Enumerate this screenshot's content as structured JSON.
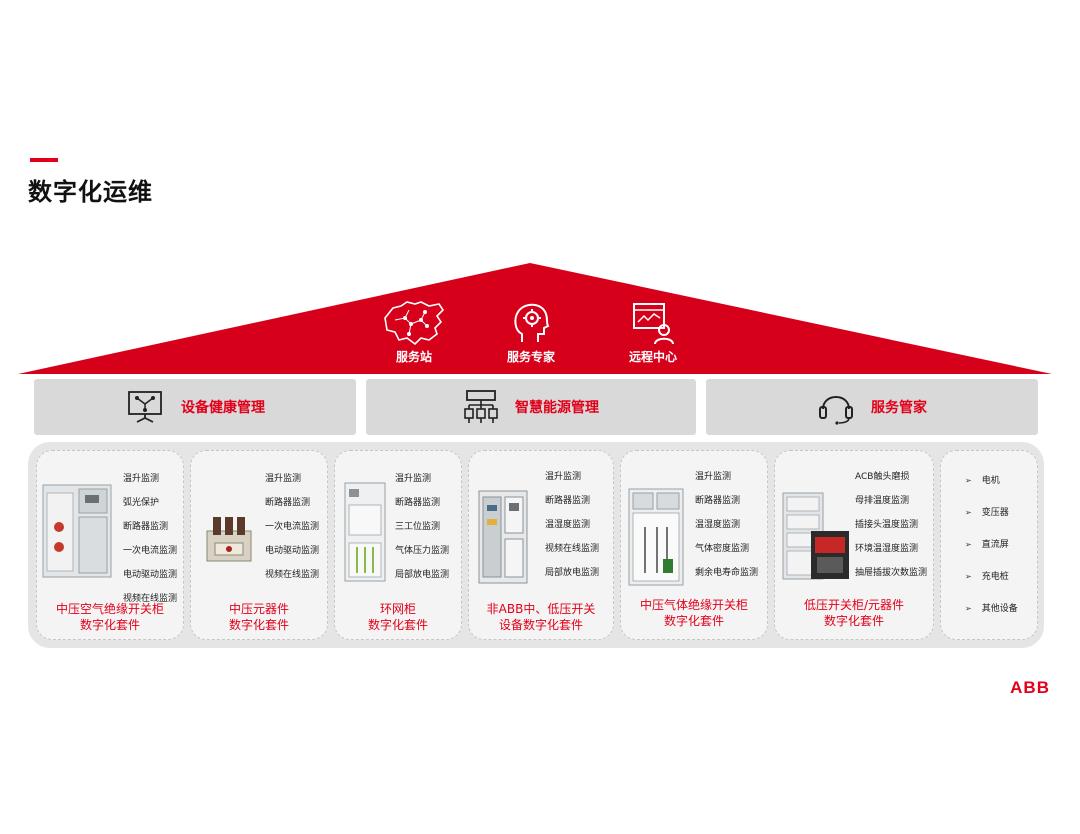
{
  "page": {
    "title": "数字化运维"
  },
  "roof": {
    "items": [
      {
        "label": "服务站",
        "icon": "china-map-icon"
      },
      {
        "label": "服务专家",
        "icon": "expert-head-gear-icon"
      },
      {
        "label": "远程中心",
        "icon": "remote-monitor-user-icon"
      }
    ]
  },
  "pillars": [
    {
      "label": "设备健康管理",
      "icon": "monitor-network-icon"
    },
    {
      "label": "智慧能源管理",
      "icon": "network-hierarchy-icon"
    },
    {
      "label": "服务管家",
      "icon": "headset-icon"
    }
  ],
  "products": [
    {
      "caption1": "中压空气绝缘开关柜",
      "caption2": "数字化套件",
      "features": [
        "温升监测",
        "弧光保护",
        "断路器监测",
        "一次电流监测",
        "电动驱动监测",
        "视频在线监测"
      ]
    },
    {
      "caption1": "中压元器件",
      "caption2": "数字化套件",
      "features": [
        "温升监测",
        "断路器监测",
        "一次电流监测",
        "电动驱动监测",
        "视频在线监测"
      ]
    },
    {
      "caption1": "环网柜",
      "caption2": "数字化套件",
      "features": [
        "温升监测",
        "断路器监测",
        "三工位监测",
        "气体压力监测",
        "局部放电监测"
      ]
    },
    {
      "caption1": "非ABB中、低压开关",
      "caption2": "设备数字化套件",
      "features": [
        "温升监测",
        "断路器监测",
        "温湿度监测",
        "视频在线监测",
        "局部放电监测"
      ]
    },
    {
      "caption1": "中压气体绝缘开关柜",
      "caption2": "数字化套件",
      "features": [
        "温升监测",
        "断路器监测",
        "温湿度监测",
        "气体密度监测",
        "剩余电寿命监测"
      ]
    },
    {
      "caption1": "低压开关柜/元器件",
      "caption2": "数字化套件",
      "features": [
        "ACB触头磨损",
        "母排温度监测",
        "插接头温度监测",
        "环境温湿度监测",
        "抽屉插拔次数监测"
      ]
    }
  ],
  "others": {
    "items": [
      "电机",
      "变压器",
      "直流屏",
      "充电桩",
      "其他设备"
    ]
  },
  "brand": {
    "logo_text": "ABB",
    "accent": "#e2001a"
  }
}
